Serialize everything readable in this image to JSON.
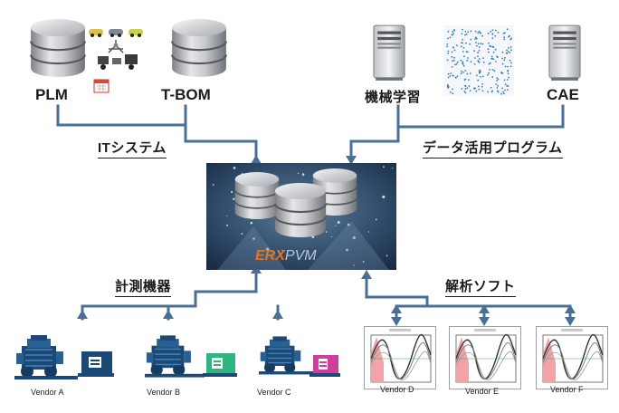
{
  "sources": {
    "plm": "PLM",
    "tbom": "T-BOM",
    "ml": "機械学習",
    "cae": "CAE"
  },
  "connectors": {
    "it_system": "ITシステム",
    "data_program": "データ活用プログラム",
    "measurement": "計測機器",
    "analysis": "解析ソフト"
  },
  "hub": {
    "logo_part1": "ERX",
    "logo_part2": "PVM"
  },
  "vendors": {
    "a": "Vendor A",
    "b": "Vendor B",
    "c": "Vendor C",
    "d": "Vendor D",
    "e": "Vendor E",
    "f": "Vendor F"
  },
  "colors": {
    "connector": "#4a6f97",
    "engine": "#1c4a76",
    "device_a": "#1c4a76",
    "device_b": "#2fb57f",
    "device_c": "#cf3e9a",
    "plot_fill": "#f1a3a9"
  }
}
